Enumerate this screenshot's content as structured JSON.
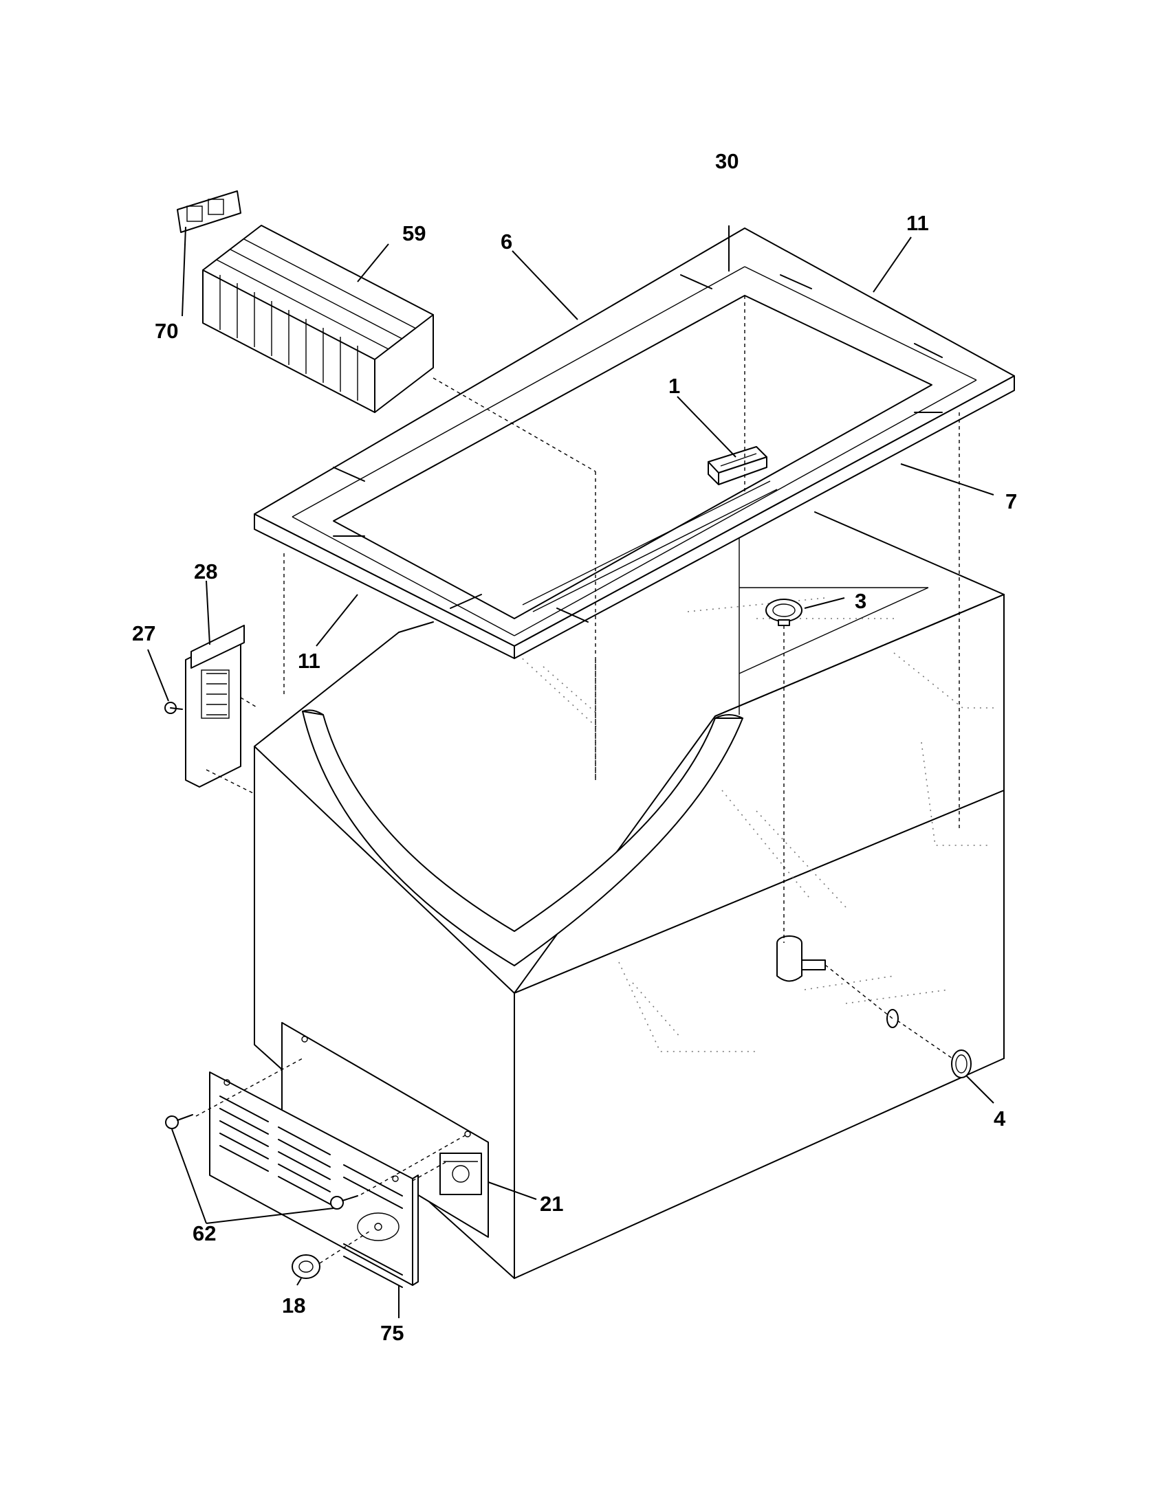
{
  "callouts": {
    "c1": "1",
    "c3": "3",
    "c4": "4",
    "c6": "6",
    "c7": "7",
    "c11a": "11",
    "c11b": "11",
    "c18": "18",
    "c21": "21",
    "c27": "27",
    "c28": "28",
    "c30": "30",
    "c59": "59",
    "c62": "62",
    "c70": "70",
    "c75": "75"
  }
}
